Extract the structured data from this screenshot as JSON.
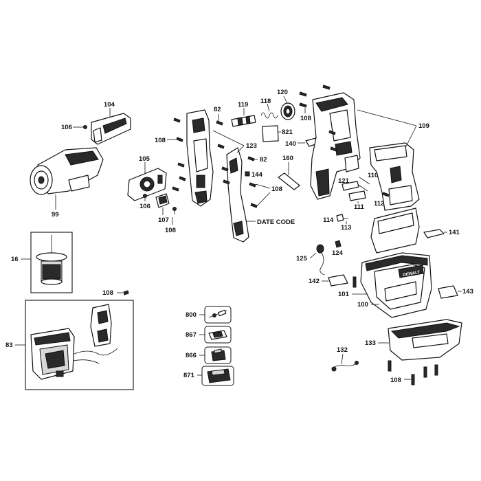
{
  "parts": {
    "p104": "104",
    "p106a": "106",
    "p99": "99",
    "p105": "105",
    "p106b": "106",
    "p107": "107",
    "p108a": "108",
    "p108b": "108",
    "p82a": "82",
    "p119": "119",
    "p118": "118",
    "p120": "120",
    "p108c": "108",
    "p821": "821",
    "p123": "123",
    "p82b": "82",
    "p144": "144",
    "p108d": "108",
    "p140": "140",
    "p160": "160",
    "p109": "109",
    "p110": "110",
    "p121": "121",
    "p111": "111",
    "p112": "112",
    "p114": "114",
    "p113": "113",
    "p141": "141",
    "p16": "16",
    "p108e": "108",
    "p83": "83",
    "p125": "125",
    "p124": "124",
    "p142": "142",
    "p101": "101",
    "p100": "100",
    "p143": "143",
    "p133": "133",
    "p132": "132",
    "p108f": "108",
    "p800": "800",
    "p867": "867",
    "p866": "866",
    "p871": "871"
  },
  "annotations": {
    "date_code": "DATE CODE"
  },
  "brand_mark": "DEWALT"
}
